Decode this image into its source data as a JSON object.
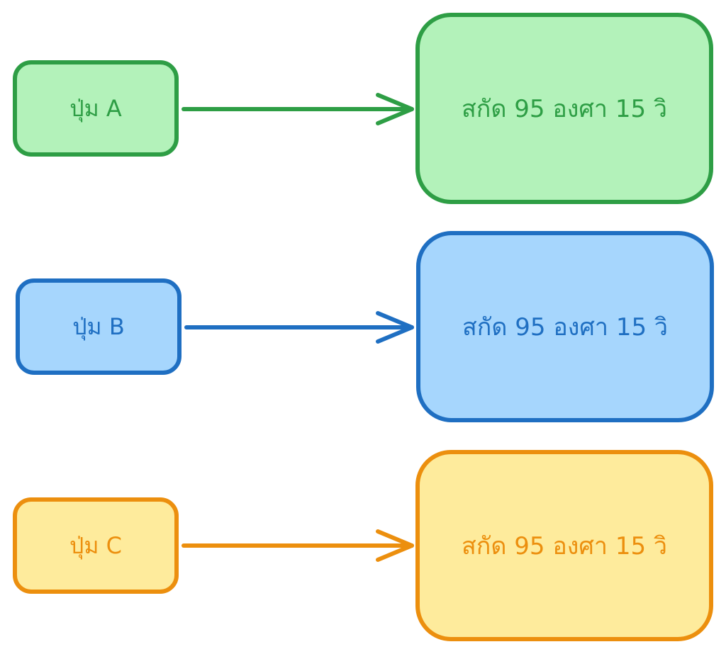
{
  "colors": {
    "green": {
      "border": "#2e9e45",
      "fill": "#b3f2ba",
      "text": "#2e9e45"
    },
    "blue": {
      "border": "#1f6fc2",
      "fill": "#a6d6fd",
      "text": "#1f6fc2"
    },
    "orange": {
      "border": "#ec8f0e",
      "fill": "#feeb9c",
      "text": "#ec8f0e"
    }
  },
  "rows": [
    {
      "button_label": "ปุ่ม A",
      "result_label": "สกัด 95 องศา 15 วิ",
      "color": "green"
    },
    {
      "button_label": "ปุ่ม B",
      "result_label": "สกัด 95 องศา 15 วิ",
      "color": "blue"
    },
    {
      "button_label": "ปุ่ม C",
      "result_label": "สกัด 95 องศา 15 วิ",
      "color": "orange"
    }
  ]
}
